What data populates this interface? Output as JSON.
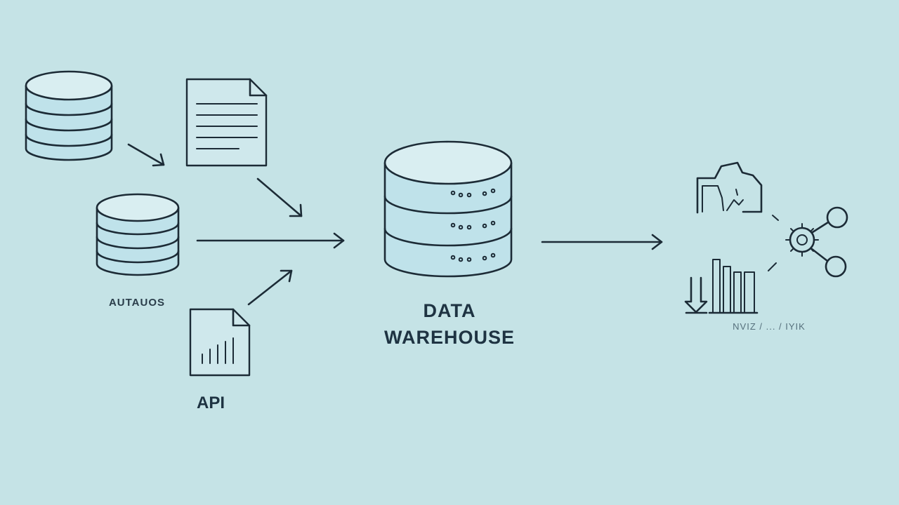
{
  "labels": {
    "source_db_label": "AUTAUOS",
    "api_label": "API",
    "warehouse_line1": "DATA",
    "warehouse_line2": "WAREHOUSE",
    "output_label": "NVIZ / ... / IYIK"
  },
  "icons": {
    "source_database_1": "database-icon",
    "source_document": "document-icon",
    "source_database_2": "database-icon",
    "api_document": "chart-document-icon",
    "warehouse": "database-server-icon",
    "cloud": "cloud-icon",
    "gear_network": "gear-network-icon",
    "bar_chart": "bar-chart-download-icon"
  },
  "colors": {
    "background": "#c5e3e6",
    "ink": "#1c2b36"
  }
}
